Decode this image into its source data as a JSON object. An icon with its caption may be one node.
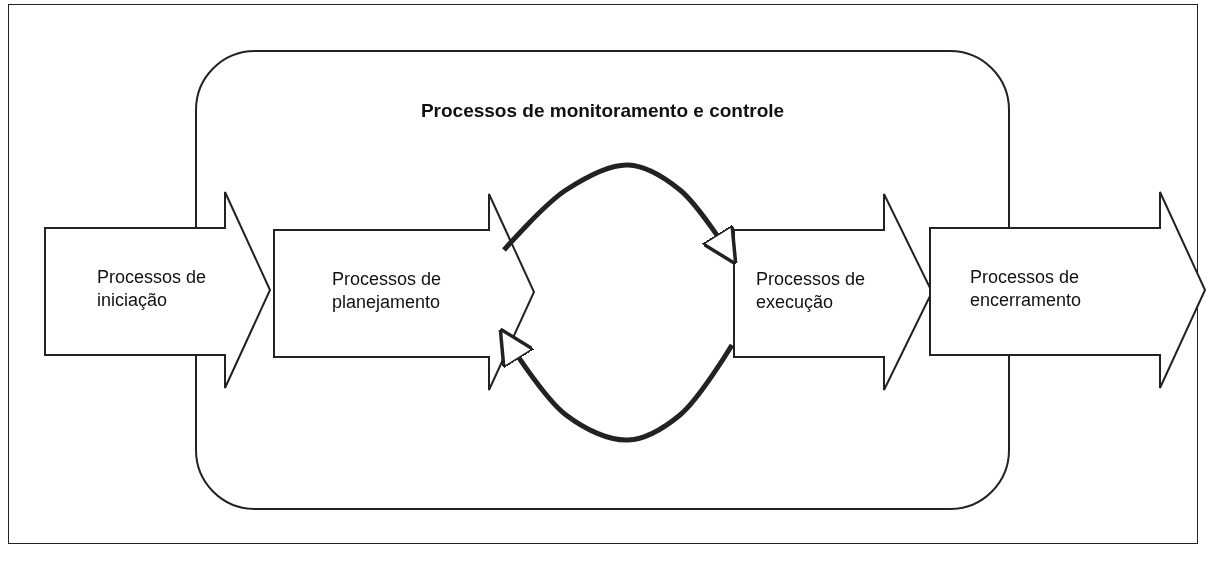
{
  "diagram": {
    "nodes": [
      {
        "text": [
          "Processos de monitoramento e controle"
        ]
      },
      {
        "text": [
          "Processos de iniciação"
        ]
      },
      {
        "text": [
          "Processos de planejamento"
        ],
        "in": 0
      },
      {
        "text": [
          "Processos de execução"
        ],
        "in": 0
      },
      {
        "text": [
          "Processos de encerramento"
        ]
      }
    ],
    "edges": [
      {
        "from": 2,
        "to": 3,
        "arrow": "to"
      },
      {
        "from": 3,
        "to": 2,
        "arrow": "to"
      }
    ]
  }
}
